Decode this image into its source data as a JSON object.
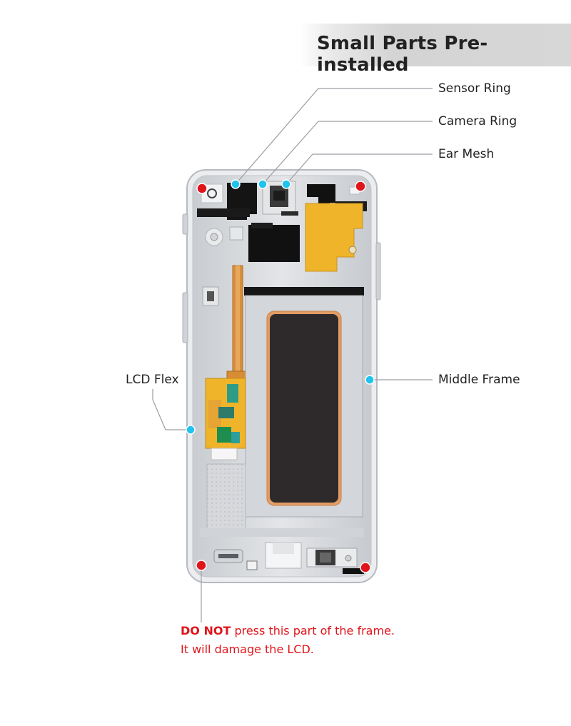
{
  "banner": {
    "title": "Small Parts Pre-installed"
  },
  "callouts": {
    "sensor_ring": "Sensor Ring",
    "camera_ring": "Camera Ring",
    "ear_mesh": "Ear Mesh",
    "lcd_flex": "LCD Flex",
    "middle_frame": "Middle Frame"
  },
  "warning": {
    "strong": "DO NOT",
    "line1_rest": " press this part of the frame.",
    "line2": "It will damage the LCD."
  },
  "colors": {
    "callout_dot": "#1fc3ee",
    "warning_dot": "#e0151b",
    "warning_text": "#e0151b",
    "frame": "#d9dbde",
    "display_panel": "#2e2a2b",
    "flex_copper": "#d88f3a",
    "tape": "#f0b42a"
  }
}
